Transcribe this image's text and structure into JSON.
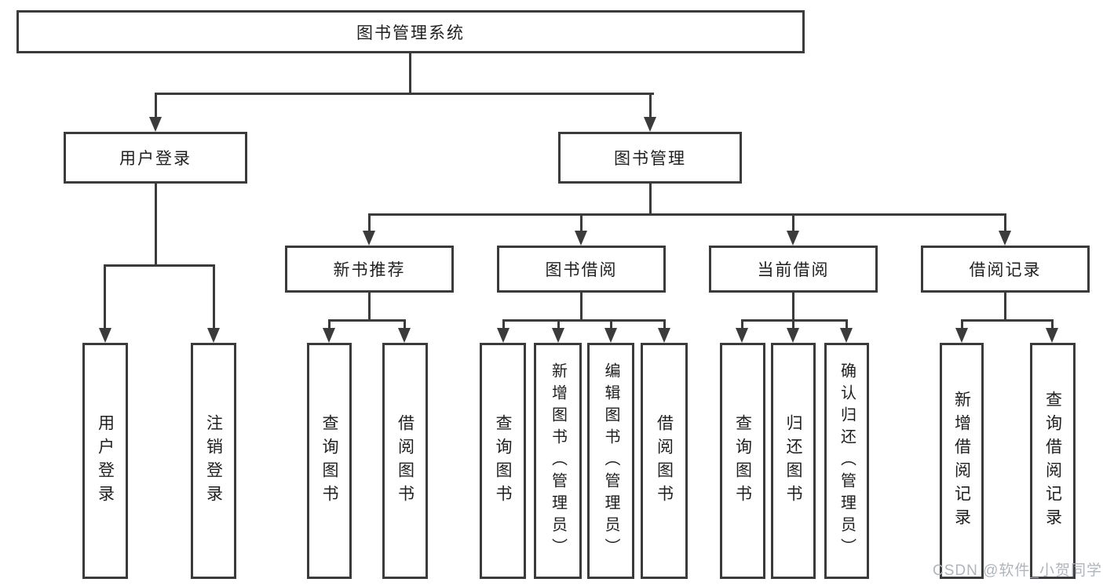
{
  "tree": {
    "root": "图书管理系统",
    "branches": [
      {
        "label": "用户登录",
        "children": [
          "用户登录",
          "注销登录"
        ]
      },
      {
        "label": "图书管理",
        "sections": [
          {
            "label": "新书推荐",
            "children": [
              "查询图书",
              "借阅图书"
            ]
          },
          {
            "label": "图书借阅",
            "children": [
              "查询图书",
              "新增图书（管理员）",
              "编辑图书（管理员）",
              "借阅图书"
            ]
          },
          {
            "label": "当前借阅",
            "children": [
              "查询图书",
              "归还图书",
              "确认归还（管理员）"
            ]
          },
          {
            "label": "借阅记录",
            "children": [
              "新增借阅记录",
              "查询借阅记录"
            ]
          }
        ]
      }
    ]
  },
  "watermark": {
    "text": "CSDN @软件_小贺同学"
  },
  "colors": {
    "line": "#3b3b3b",
    "text": "#1f1f1f",
    "background": "#ffffff",
    "watermark": "#acb0b8"
  }
}
